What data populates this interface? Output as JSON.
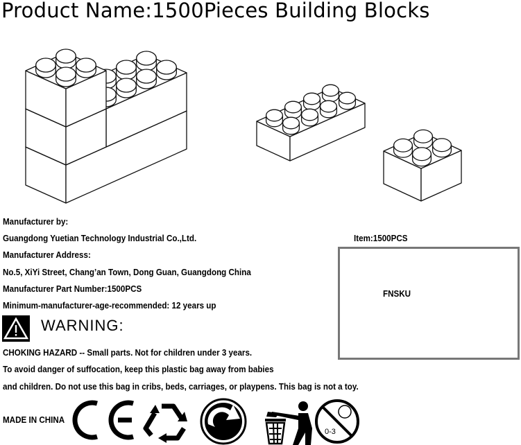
{
  "title": "Product Name:1500Pieces Building Blocks",
  "manufacturer": {
    "by_label": "Manufacturer by:",
    "name": "Guangdong Yuetian Technology Industrial Co.,Ltd.",
    "address_label": "Manufacturer Address:",
    "address": "No.5, XiYi Street, Chang’an Town, Dong Guan, Guangdong China",
    "part_number": "Manufacturer Part Number:1500PCS",
    "age": "Minimum-manufacturer-age-recommended: 12 years up"
  },
  "item": "Item:1500PCS",
  "fnsku": "FNSKU",
  "warning": {
    "title": "WARNING:",
    "lines": [
      "CHOKING HAZARD -- Small parts. Not for children under 3 years.",
      "To avoid danger of suffocation, keep this plastic bag away from babies",
      "and children. Do not use this bag in cribs, beds, carriages, or playpens. This bag is not a toy."
    ]
  },
  "made_in": "MADE IN CHINA",
  "age_icon_text": "0-3",
  "icons": [
    "ce-mark-icon",
    "recycle-icon",
    "green-dot-icon",
    "tidyman-icon",
    "not-for-under-3-icon"
  ]
}
